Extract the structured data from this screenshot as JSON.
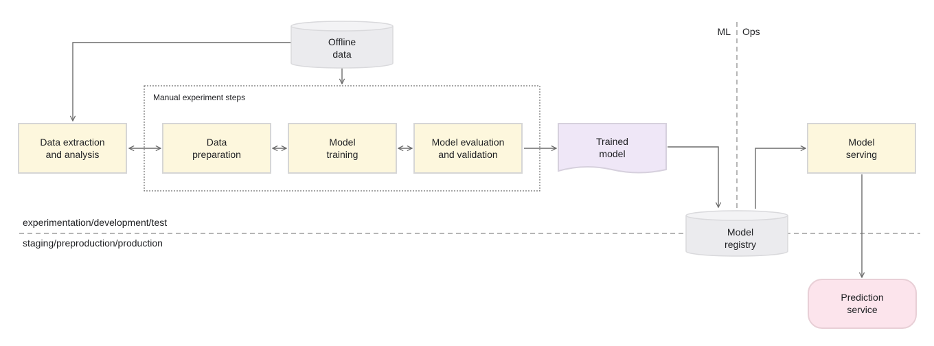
{
  "nodes": {
    "offline_data": [
      "Offline",
      "data"
    ],
    "data_extraction": [
      "Data extraction",
      "and analysis"
    ],
    "data_preparation": [
      "Data",
      "preparation"
    ],
    "model_training": [
      "Model",
      "training"
    ],
    "model_evaluation": [
      "Model evaluation",
      "and validation"
    ],
    "trained_model": [
      "Trained",
      "model"
    ],
    "model_registry": [
      "Model",
      "registry"
    ],
    "model_serving": [
      "Model",
      "serving"
    ],
    "prediction_service": [
      "Prediction",
      "service"
    ]
  },
  "group_label": "Manual experiment steps",
  "zones": {
    "ml": "ML",
    "ops": "Ops",
    "upper": "experimentation/development/test",
    "lower": "staging/preproduction/production"
  },
  "colors": {
    "step_fill": "#fdf7dd",
    "artifact_fill": "#efe7f7",
    "store_fill": "#ebebee",
    "service_fill": "#fce4ec",
    "arrow": "#6b6b6b"
  }
}
